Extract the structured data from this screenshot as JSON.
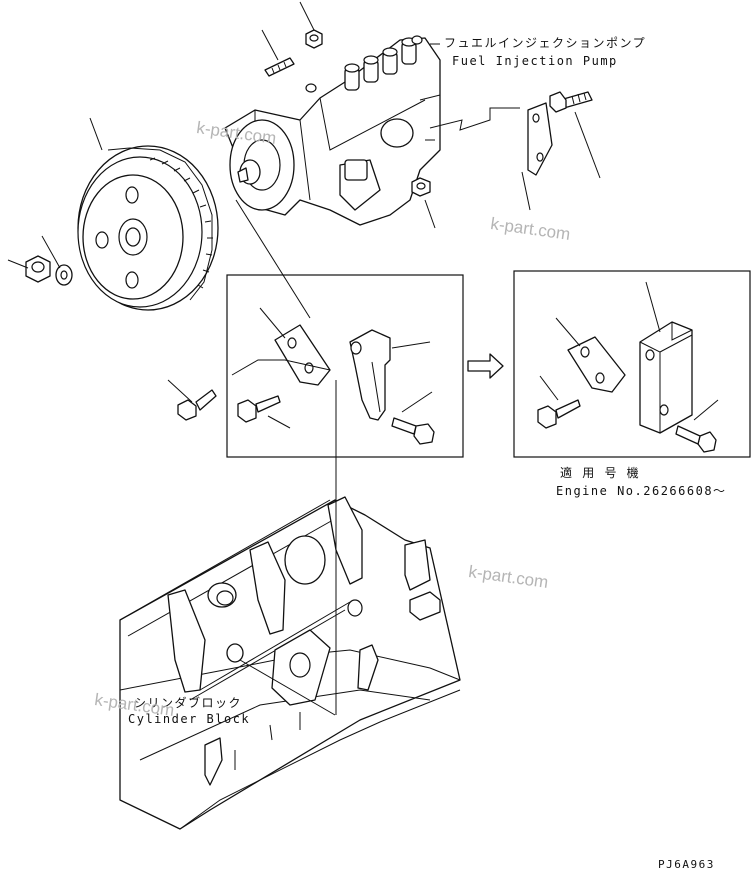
{
  "labels": {
    "pump_jp": "フュエルインジェクションポンプ",
    "pump_en": "Fuel Injection Pump",
    "applicable_jp": "適 用 号 機",
    "engine_no": "Engine No.26266608～",
    "block_jp": "シリンダブロック",
    "block_en": "Cylinder Block",
    "drawing_code": "PJ6A963"
  },
  "watermarks": [
    "k-part.com",
    "k-part.com",
    "k-part.com",
    "k-part.com"
  ],
  "icons": {
    "arrow": "right-arrow-icon"
  }
}
